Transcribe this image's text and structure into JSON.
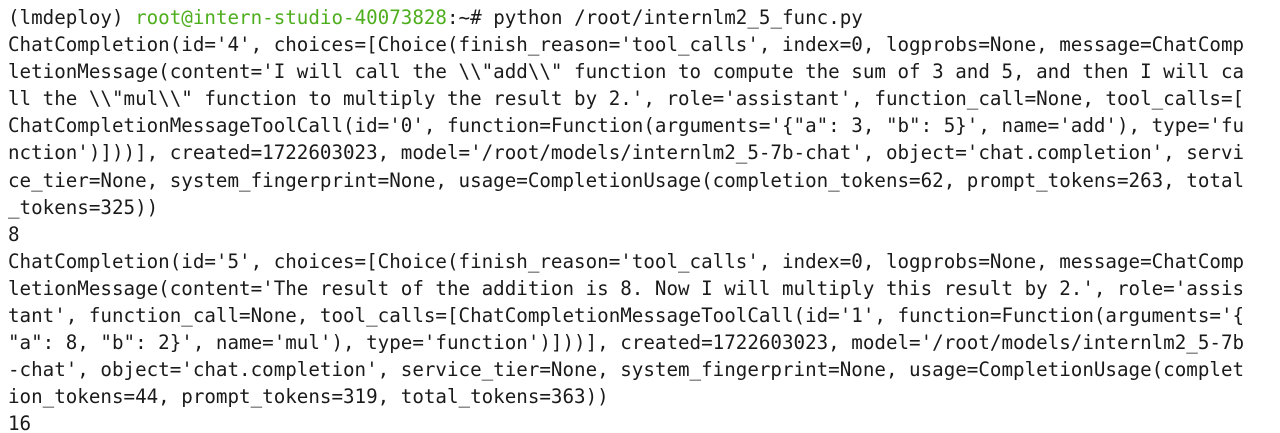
{
  "prompt": {
    "env": "(lmdeploy) ",
    "user_host": "root@intern-studio-40073828",
    "path_symbol": ":~# ",
    "command": "python /root/internlm2_5_func.py"
  },
  "colors": {
    "background": "#ffffff",
    "text": "#1a1a1a",
    "prompt_user": "#4fae1e"
  },
  "output_lines": [
    "ChatCompletion(id='4', choices=[Choice(finish_reason='tool_calls', index=0, logprobs=None, message=ChatComp",
    "letionMessage(content='I will call the \\\\\"add\\\\\" function to compute the sum of 3 and 5, and then I will ca",
    "ll the \\\\\"mul\\\\\" function to multiply the result by 2.', role='assistant', function_call=None, tool_calls=[",
    "ChatCompletionMessageToolCall(id='0', function=Function(arguments='{\"a\": 3, \"b\": 5}', name='add'), type='fu",
    "nction')]))], created=1722603023, model='/root/models/internlm2_5-7b-chat', object='chat.completion', servi",
    "ce_tier=None, system_fingerprint=None, usage=CompletionUsage(completion_tokens=62, prompt_tokens=263, total",
    "_tokens=325))",
    "8",
    "ChatCompletion(id='5', choices=[Choice(finish_reason='tool_calls', index=0, logprobs=None, message=ChatComp",
    "letionMessage(content='The result of the addition is 8. Now I will multiply this result by 2.', role='assis",
    "tant', function_call=None, tool_calls=[ChatCompletionMessageToolCall(id='1', function=Function(arguments='{",
    "\"a\": 8, \"b\": 2}', name='mul'), type='function')]))], created=1722603023, model='/root/models/internlm2_5-7b",
    "-chat', object='chat.completion', service_tier=None, system_fingerprint=None, usage=CompletionUsage(complet",
    "ion_tokens=44, prompt_tokens=319, total_tokens=363))",
    "16"
  ]
}
